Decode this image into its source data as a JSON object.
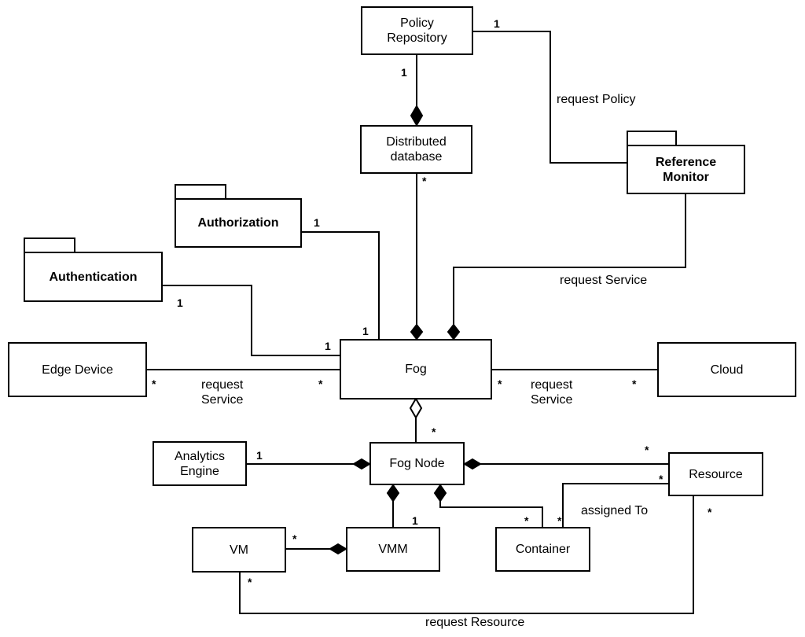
{
  "classes": {
    "policy_repository": "Policy\nRepository",
    "distributed_database": "Distributed\ndatabase",
    "reference_monitor": "Reference\nMonitor",
    "authorization": "Authorization",
    "authentication": "Authentication",
    "edge_device": "Edge Device",
    "fog": "Fog",
    "cloud": "Cloud",
    "analytics_engine": "Analytics\nEngine",
    "fog_node": "Fog Node",
    "resource": "Resource",
    "vm": "VM",
    "vmm": "VMM",
    "container": "Container"
  },
  "association_labels": {
    "request_policy": "request Policy",
    "request_service_rm": "request Service",
    "request_service_edge": "request\nService",
    "request_service_cloud": "request\nService",
    "assigned_to": "assigned To",
    "request_resource": "request Resource"
  },
  "multiplicities": {
    "policy_repo_to_rm": "1",
    "policy_repo_to_db": "1",
    "db_to_fog": "*",
    "authorization_end": "1",
    "authorization_fog_end": "1",
    "authentication_end": "1",
    "authentication_fog_end": "1",
    "edge_device_end": "*",
    "fog_edge_end": "*",
    "fog_cloud_end": "*",
    "cloud_end": "*",
    "fog_node_end": "*",
    "analytics_end": "1",
    "fog_node_resource_end": "*",
    "resource_fognode_end": "*",
    "resource_bottom_end": "*",
    "vm_end": "*",
    "vm_bottom_end": "*",
    "vmm_end": "1",
    "container_end": "*",
    "container_assigned_end": "*"
  }
}
